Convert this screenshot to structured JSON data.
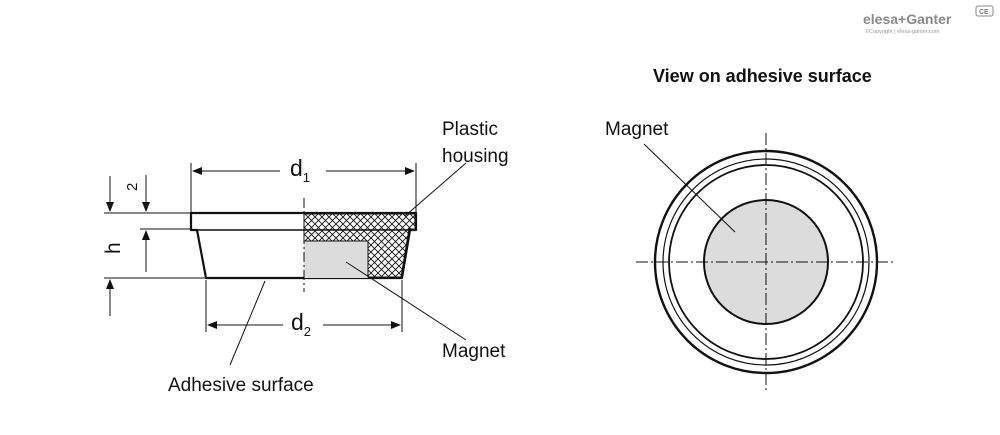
{
  "logo": {
    "brand": "elesa+Ganter",
    "copyright": "©Copyright | elesa-ganter.com",
    "mark": "CE"
  },
  "section_view": {
    "dimension_d1": {
      "base": "d",
      "sub": "1"
    },
    "dimension_d2": {
      "base": "d",
      "sub": "2"
    },
    "dimension_h": "h",
    "dimension_2": "2",
    "label_plastic_housing_line1": "Plastic",
    "label_plastic_housing_line2": "housing",
    "label_magnet": "Magnet",
    "label_adhesive_surface": "Adhesive surface"
  },
  "top_view": {
    "title": "View on adhesive surface",
    "label_magnet": "Magnet"
  },
  "colors": {
    "line": "#111111",
    "magnet_fill": "#dcdcdc",
    "housing_hatch": "#111111",
    "logo_gray": "#8a8a8a"
  }
}
